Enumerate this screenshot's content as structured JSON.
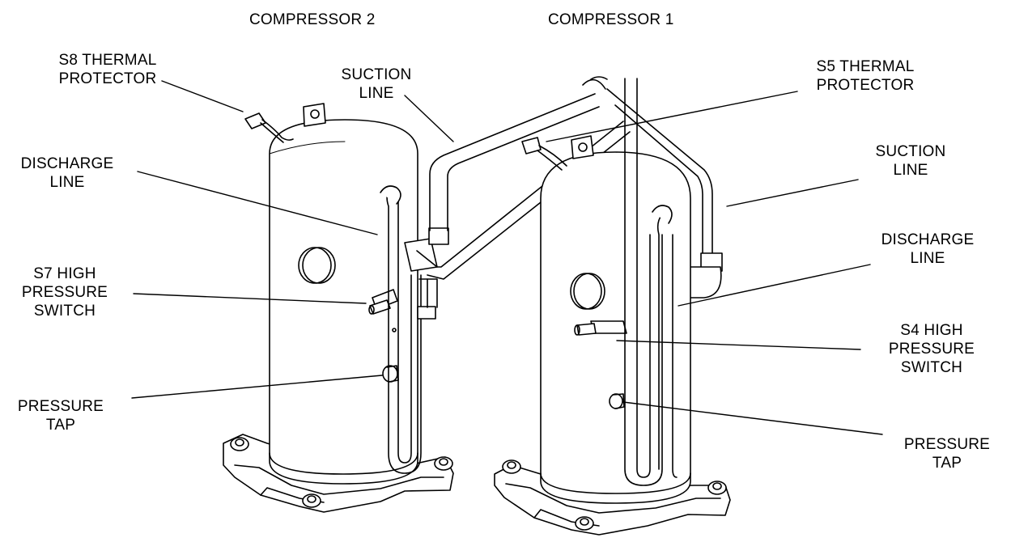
{
  "headers": {
    "compressor_2": "COMPRESSOR 2",
    "compressor_1": "COMPRESSOR 1"
  },
  "labels": {
    "s8_line1": "S8 THERMAL",
    "s8_line2": "PROTECTOR",
    "suction_left_line1": "SUCTION",
    "suction_left_line2": "LINE",
    "s5_line1": "S5 THERMAL",
    "s5_line2": "PROTECTOR",
    "discharge_left_line1": "DISCHARGE",
    "discharge_left_line2": "LINE",
    "suction_right_line1": "SUCTION",
    "suction_right_line2": "LINE",
    "discharge_right_line1": "DISCHARGE",
    "discharge_right_line2": "LINE",
    "s7_line1": "S7 HIGH",
    "s7_line2": "PRESSURE",
    "s7_line3": "SWITCH",
    "s4_line1": "S4 HIGH",
    "s4_line2": "PRESSURE",
    "s4_line3": "SWITCH",
    "tap_left_line1": "PRESSURE",
    "tap_left_line2": "TAP",
    "tap_right_line1": "PRESSURE",
    "tap_right_line2": "TAP"
  }
}
